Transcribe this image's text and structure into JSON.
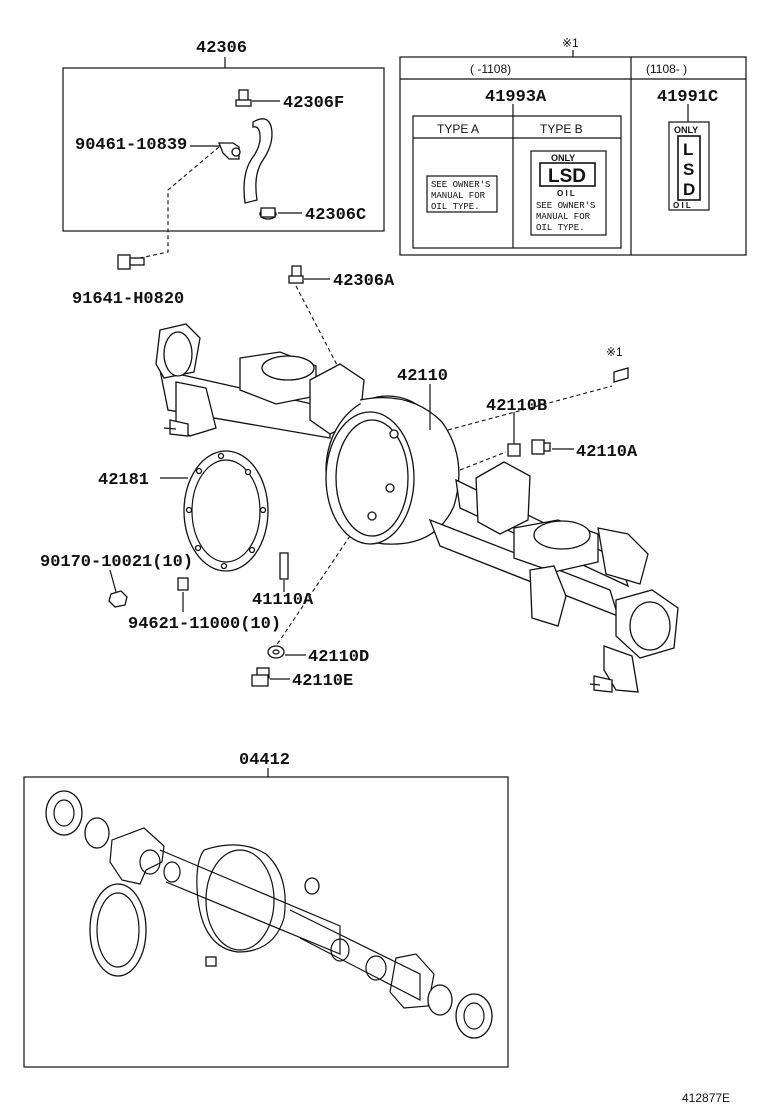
{
  "labels": {
    "p42306": "42306",
    "p42306F": "42306F",
    "p90461": "90461-10839",
    "p42306C": "42306C",
    "p42306A": "42306A",
    "p91641": "91641-H0820",
    "p42110": "42110",
    "p42110B": "42110B",
    "p42110A": "42110A",
    "p42181": "42181",
    "p90170": "90170-10021(10)",
    "p41110A": "41110A",
    "p94621": "94621-11000(10)",
    "p42110D": "42110D",
    "p42110E": "42110E",
    "p04412": "04412",
    "p41993A": "41993A",
    "p41991C": "41991C",
    "note_mark_top": "※1",
    "note_mark_side": "※1",
    "ref_code": "412877E"
  },
  "table": {
    "range_left": "(    -1108)",
    "range_right": "(1108-    )",
    "type_a": "TYPE A",
    "type_b": "TYPE B",
    "label_a_lines": [
      "SEE OWNER'S",
      "MANUAL FOR",
      "OIL TYPE."
    ],
    "label_b_top": "ONLY",
    "label_b_lsd": "LSD",
    "label_b_oil": "O I L",
    "label_b_lines": [
      "SEE OWNER'S",
      "MANUAL FOR",
      "OIL TYPE."
    ],
    "label_c_top": "ONLY",
    "label_c_letters": [
      "L",
      "S",
      "D"
    ],
    "label_c_oil": "O I L"
  },
  "colors": {
    "ink": "#111111",
    "paper": "#ffffff"
  }
}
